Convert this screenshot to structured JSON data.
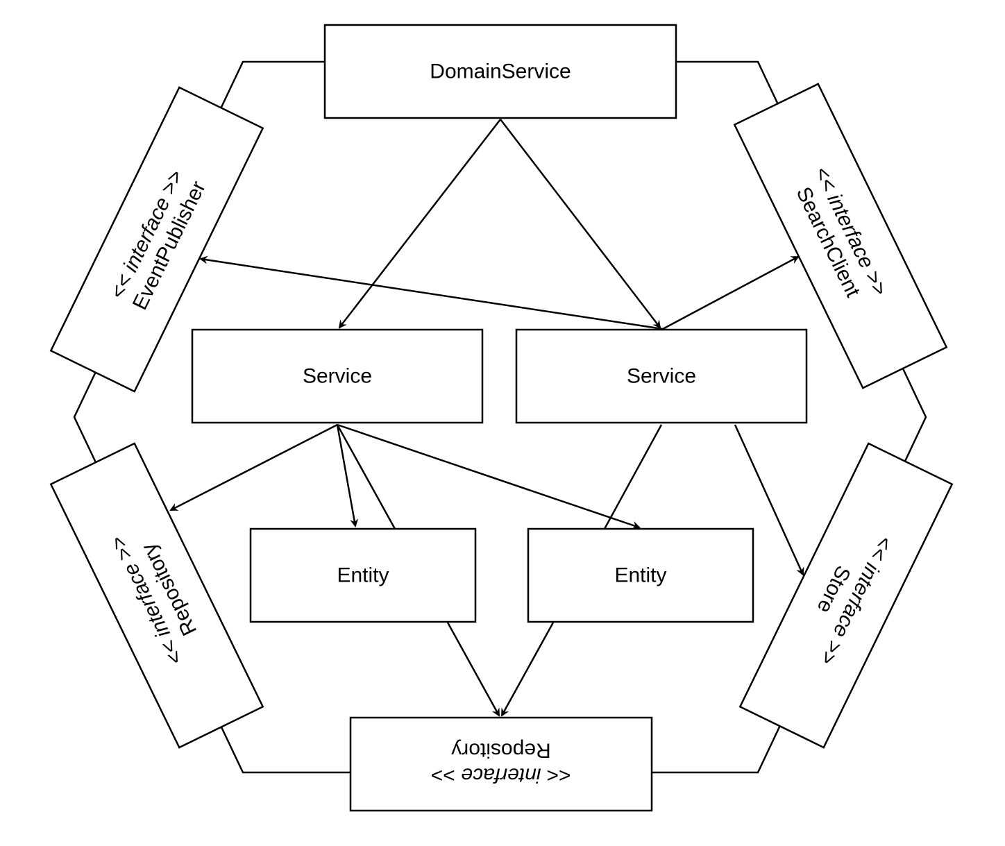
{
  "diagram": {
    "colors": {
      "stroke": "#000000",
      "fill": "#ffffff",
      "background": "#ffffff"
    },
    "nodes": {
      "domain_service": {
        "label": "DomainService"
      },
      "service_left": {
        "label": "Service"
      },
      "service_right": {
        "label": "Service"
      },
      "entity_left": {
        "label": "Entity"
      },
      "entity_right": {
        "label": "Entity"
      },
      "event_publisher": {
        "stereotype": "<< interface >>",
        "label": "EventPublisher"
      },
      "search_client": {
        "stereotype": "<< interface >>",
        "label": "SearchClient"
      },
      "repository_left": {
        "stereotype": "<< interface >>",
        "label": "Repository"
      },
      "store": {
        "stereotype": "<< interface >>",
        "label": "Store"
      },
      "repository_bottom": {
        "stereotype": "<< interface >>",
        "label": "Repository"
      }
    }
  }
}
